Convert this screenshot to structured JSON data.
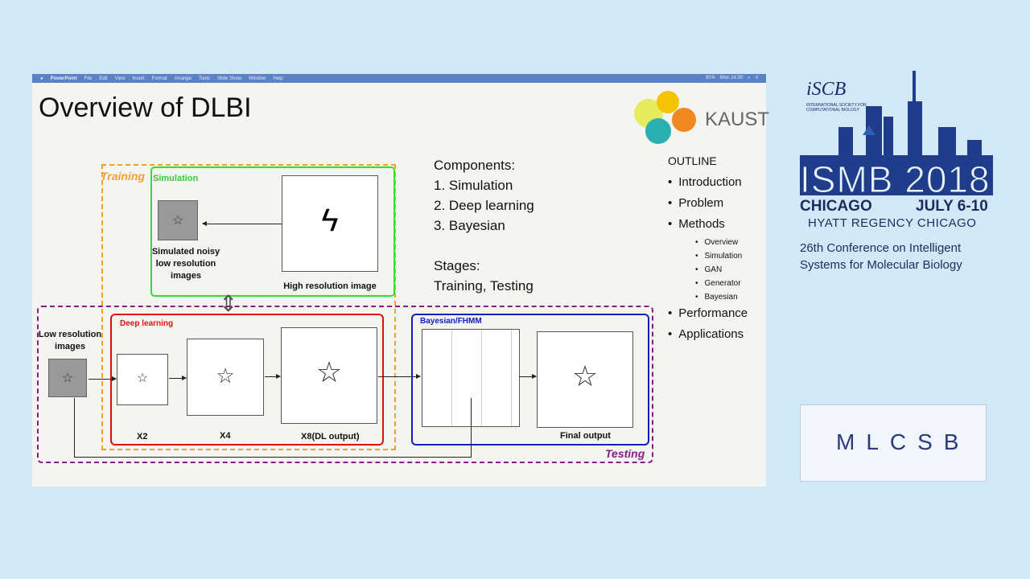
{
  "menubar": {
    "app": "PowerPoint",
    "items": [
      "File",
      "Edit",
      "View",
      "Insert",
      "Format",
      "Arrange",
      "Tools",
      "Slide Show",
      "Window",
      "Help"
    ],
    "clock": "Mon 14:30",
    "battery": "91%"
  },
  "slide": {
    "title": "Overview of DLBI",
    "logo": "KAUST",
    "components": {
      "heading": "Components:",
      "items": [
        "1.   Simulation",
        "2.   Deep learning",
        "3.   Bayesian"
      ]
    },
    "stages": {
      "heading": "Stages:",
      "value": "Training, Testing"
    },
    "outline": {
      "heading": "OUTLINE",
      "items": [
        "Introduction",
        "Problem",
        "Methods"
      ],
      "sub": [
        "Overview",
        "Simulation",
        "GAN",
        "Generator",
        "Bayesian"
      ],
      "items2": [
        "Performance",
        "Applications"
      ]
    },
    "diagram": {
      "training": "Training",
      "simulation": "Simulation",
      "testing": "Testing",
      "deep_learning": "Deep learning",
      "bayesian": "Bayesian/FHMM",
      "sim_noisy": "Simulated noisy low resolution images",
      "high_res": "High resolution image",
      "low_res": "Low resolution images",
      "x2": "X2",
      "x4": "X4",
      "x8": "X8(DL output)",
      "final": "Final output"
    },
    "colors": {
      "training": "#f0a030",
      "simulation": "#33dd33",
      "testing": "#8a1a8a",
      "deep_learning": "#e01010",
      "bayesian": "#1020c0"
    }
  },
  "sidebar": {
    "iscb": "iSCB",
    "iscb_sub": "INTERNATIONAL SOCIETY FOR COMPUTATIONAL BIOLOGY",
    "ismb": "ISMB 2018",
    "city": "CHICAGO",
    "dates": "JULY 6-10",
    "venue": "HYATT REGENCY CHICAGO",
    "conf": "26th Conference on Intelligent Systems for Molecular Biology",
    "mlcsb": "MLCSB"
  }
}
